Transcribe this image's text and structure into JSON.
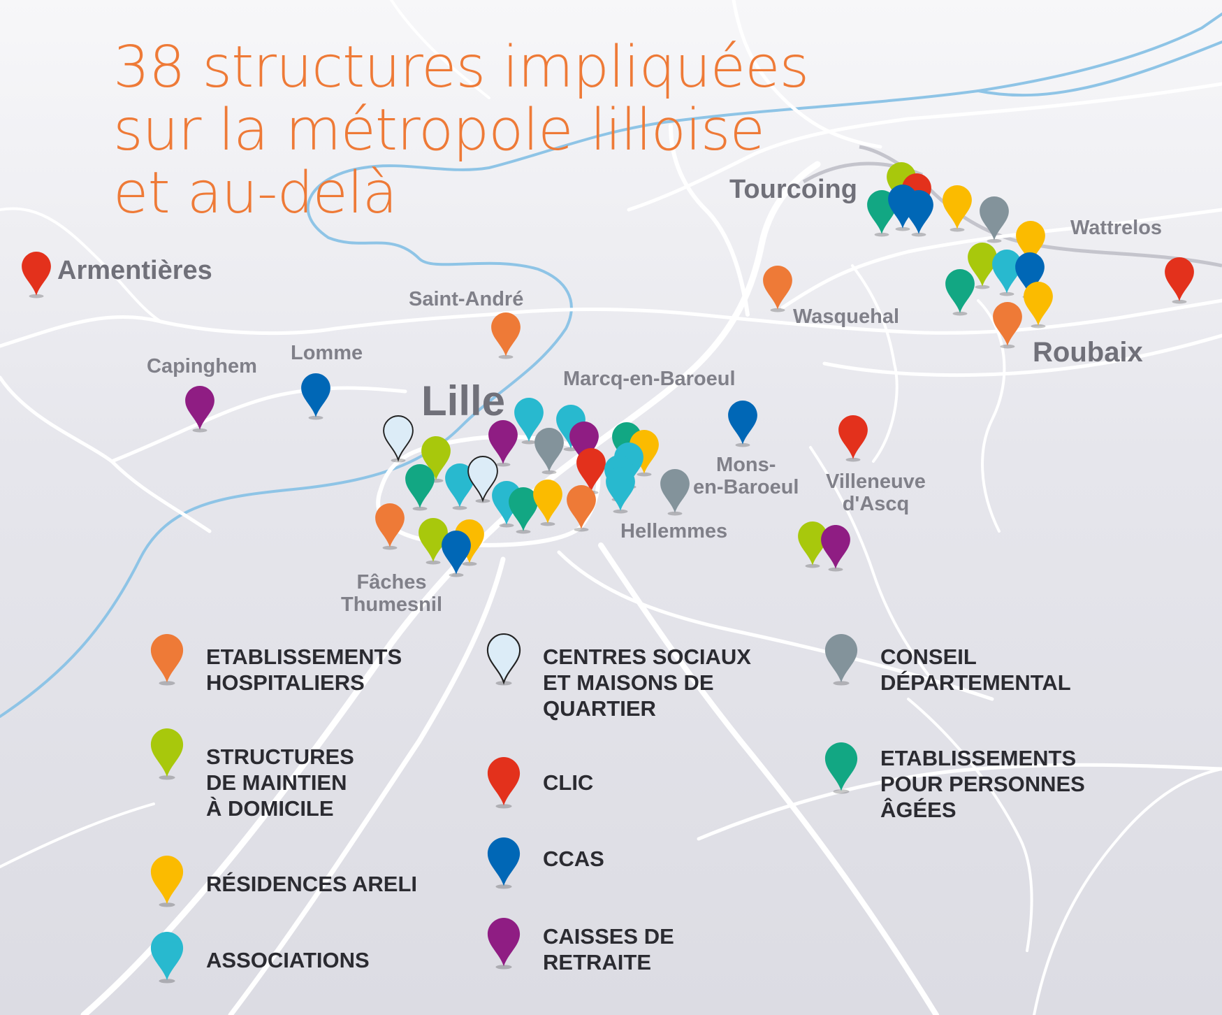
{
  "title": "38 structures impliquées\nsur la métropole lilloise\net au-delà",
  "colors": {
    "orange": "#ee7a37",
    "lime": "#a8c80c",
    "yellow": "#fbbb00",
    "cyan": "#28b9cf",
    "lightblue": "#dcecf7",
    "red": "#e3311c",
    "blue": "#0067b6",
    "purple": "#8f1d83",
    "grey": "#83939b",
    "teal": "#12a783",
    "river": "#8ec4e6",
    "road": "#ffffff",
    "road_grey": "#c4c4cc"
  },
  "cities": [
    {
      "id": "armentieres",
      "label": "Armentières"
    },
    {
      "id": "tourcoing",
      "label": "Tourcoing"
    },
    {
      "id": "wattrelos",
      "label": "Wattrelos"
    },
    {
      "id": "roubaix",
      "label": "Roubaix"
    },
    {
      "id": "wasquehal",
      "label": "Wasquehal"
    },
    {
      "id": "saint-andre",
      "label": "Saint-André"
    },
    {
      "id": "capinghem",
      "label": "Capinghem"
    },
    {
      "id": "lomme",
      "label": "Lomme"
    },
    {
      "id": "lille",
      "label": "Lille"
    },
    {
      "id": "marcq",
      "label": "Marcq-en-Baroeul"
    },
    {
      "id": "mons",
      "label": "Mons-\nen-Baroeul"
    },
    {
      "id": "villeneuve",
      "label": "Villeneuve\nd'Ascq"
    },
    {
      "id": "hellemmes",
      "label": "Hellemmes"
    },
    {
      "id": "faches",
      "label": "Fâches\nThumesnil"
    }
  ],
  "legend": [
    {
      "id": "etablissements-hospitaliers",
      "label": "ETABLISSEMENTS\nHOSPITALIERS",
      "color": "orange"
    },
    {
      "id": "maintien-domicile",
      "label": "STRUCTURES\nDE MAINTIEN\nÀ DOMICILE",
      "color": "lime"
    },
    {
      "id": "residences-areli",
      "label": "RÉSIDENCES ARELI",
      "color": "yellow"
    },
    {
      "id": "associations",
      "label": "ASSOCIATIONS",
      "color": "cyan"
    },
    {
      "id": "centres-sociaux",
      "label": "CENTRES SOCIAUX\nET MAISONS DE\nQUARTIER",
      "color": "lightblue"
    },
    {
      "id": "clic",
      "label": "CLIC",
      "color": "red"
    },
    {
      "id": "ccas",
      "label": "CCAS",
      "color": "blue"
    },
    {
      "id": "caisses-retraite",
      "label": "CAISSES DE\nRETRAITE",
      "color": "purple"
    },
    {
      "id": "conseil-departemental",
      "label": "CONSEIL\nDÉPARTEMENTAL",
      "color": "grey"
    },
    {
      "id": "personnes-agees",
      "label": "ETABLISSEMENTS\nPOUR PERSONNES\nÂGÉES",
      "color": "teal"
    }
  ],
  "markers": [
    {
      "color": "red"
    },
    {
      "color": "lime"
    },
    {
      "color": "red"
    },
    {
      "color": "teal"
    },
    {
      "color": "blue"
    },
    {
      "color": "blue"
    },
    {
      "color": "yellow"
    },
    {
      "color": "grey"
    },
    {
      "color": "yellow"
    },
    {
      "color": "lime"
    },
    {
      "color": "cyan"
    },
    {
      "color": "blue"
    },
    {
      "color": "teal"
    },
    {
      "color": "yellow"
    },
    {
      "color": "orange"
    },
    {
      "color": "red"
    },
    {
      "color": "orange"
    },
    {
      "color": "orange"
    },
    {
      "color": "purple"
    },
    {
      "color": "blue"
    },
    {
      "color": "blue"
    },
    {
      "color": "red"
    },
    {
      "color": "cyan"
    },
    {
      "color": "cyan"
    },
    {
      "color": "purple"
    },
    {
      "color": "purple"
    },
    {
      "color": "teal"
    },
    {
      "color": "yellow"
    },
    {
      "color": "lightblue"
    },
    {
      "color": "lime"
    },
    {
      "color": "grey"
    },
    {
      "color": "cyan"
    },
    {
      "color": "red"
    },
    {
      "color": "cyan"
    },
    {
      "color": "cyan"
    },
    {
      "color": "teal"
    },
    {
      "color": "cyan"
    },
    {
      "color": "lightblue"
    },
    {
      "color": "cyan"
    },
    {
      "color": "teal"
    },
    {
      "color": "yellow"
    },
    {
      "color": "orange"
    },
    {
      "color": "grey"
    },
    {
      "color": "orange"
    },
    {
      "color": "lime"
    },
    {
      "color": "yellow"
    },
    {
      "color": "blue"
    },
    {
      "color": "lime"
    },
    {
      "color": "purple"
    }
  ]
}
